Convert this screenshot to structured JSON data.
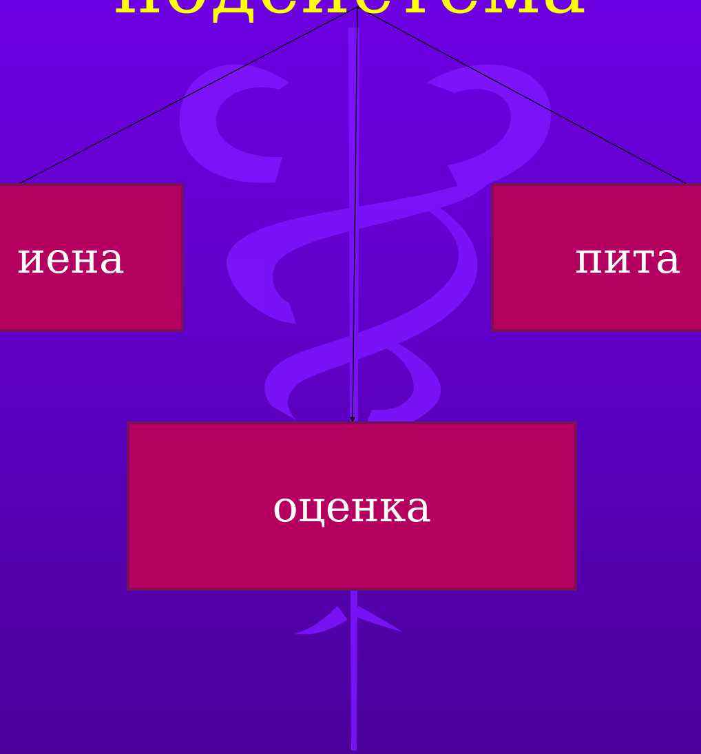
{
  "slide": {
    "title": "подсистема"
  },
  "boxes": {
    "left": {
      "label": "иена"
    },
    "right": {
      "label": "пита"
    },
    "center": {
      "label": "оценка"
    }
  },
  "colors": {
    "background_top": "#6d00e2",
    "background_bottom": "#4b009a",
    "title": "#ffff00",
    "box_fill": "#b5005f",
    "box_border": "#7a0f5a",
    "box_text": "#ffffff",
    "connector": "#000000",
    "watermark": "#8a2bff"
  },
  "watermark_icon": "caduceus-icon"
}
